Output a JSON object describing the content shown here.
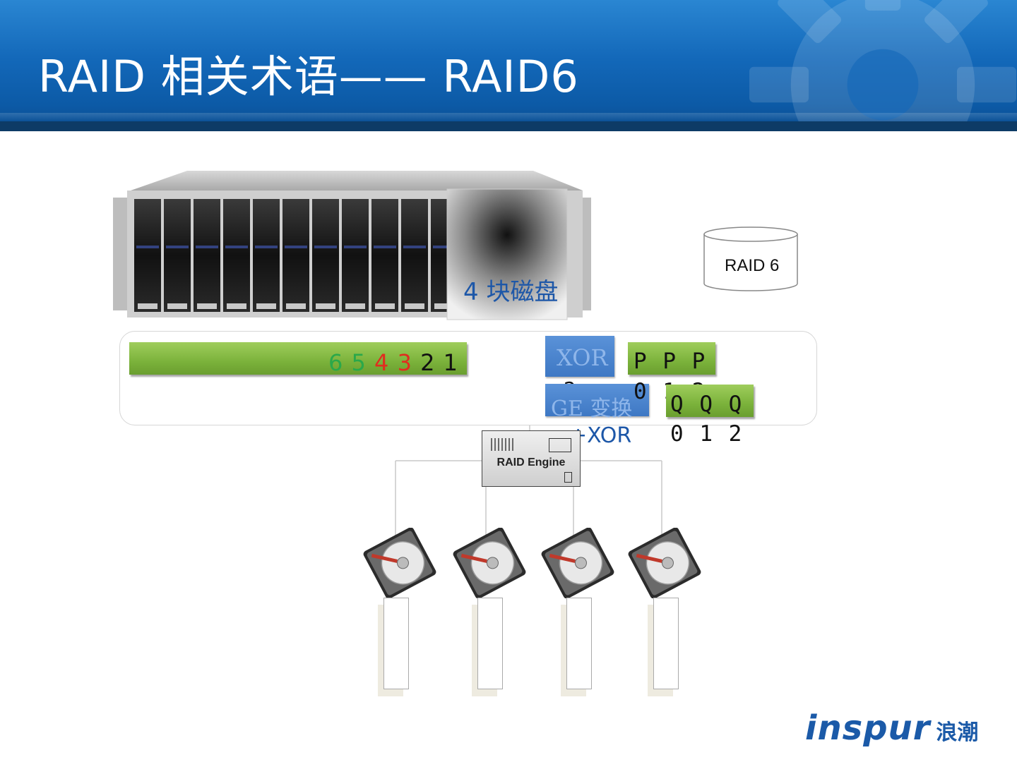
{
  "title": "RAID 相关术语—— RAID6",
  "server": {
    "label": "4 块磁盘"
  },
  "volume": {
    "label": "RAID 6"
  },
  "data_bar": {
    "blocks": [
      {
        "text": "6",
        "color": "#2aa84a"
      },
      {
        "text": "5",
        "color": "#2aa84a"
      },
      {
        "text": "4",
        "color": "#e02d1f"
      },
      {
        "text": "3",
        "color": "#e02d1f"
      },
      {
        "text": "2",
        "color": "#111111"
      },
      {
        "text": "1",
        "color": "#111111"
      }
    ]
  },
  "xor_box": {
    "label": "XOR",
    "suffix": "2"
  },
  "ge_box": {
    "label": "GE 变换",
    "suffix": "+XOR"
  },
  "p_parity": {
    "letters": "P P P",
    "numbers": "0 1 2"
  },
  "q_parity": {
    "letters": "Q Q Q",
    "numbers": "0 1 2"
  },
  "engine": {
    "label": "RAID Engine"
  },
  "disks": [
    {
      "id": "disk-1"
    },
    {
      "id": "disk-2"
    },
    {
      "id": "disk-3"
    },
    {
      "id": "disk-4"
    }
  ],
  "logo": {
    "brand": "inspur",
    "brand_cn": "浪潮"
  },
  "colors": {
    "header_blue": "#1368b9",
    "bar_green": "#7bb23b",
    "xor_blue": "#3e78c4",
    "label_blue": "#1d57a8"
  }
}
